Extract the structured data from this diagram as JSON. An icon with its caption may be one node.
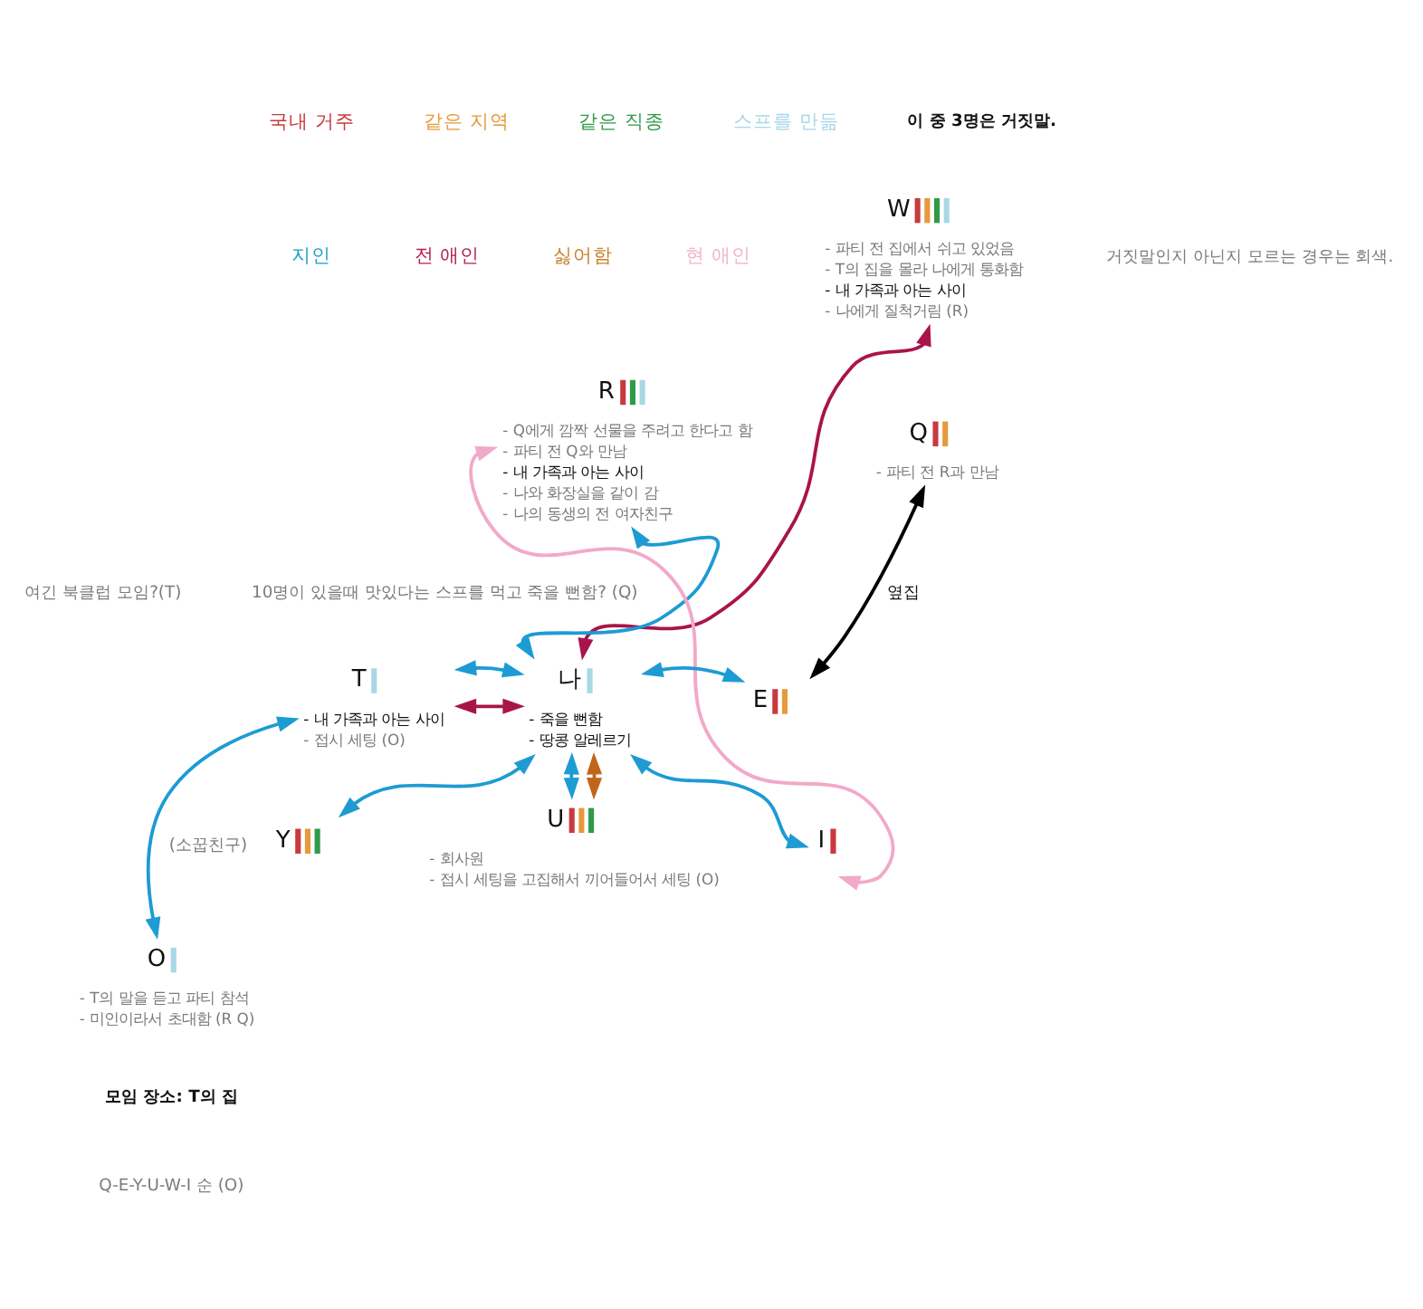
{
  "diagram": {
    "nodes": [
      {
        "text": [
          "W",
          "- 파티 전 집에서 쉬고 있었음",
          "- T의 집을 몰라 나에게 통화함",
          "- 내 가족과 아는 사이",
          "- 나에게 질척거림 (R)"
        ]
      },
      {
        "text": [
          "R",
          "- Q에게 깜짝 선물을 주려고 한다고 함",
          "- 파티 전 Q와 만남",
          "- 내 가족과 아는 사이",
          "- 나와 화장실을 같이 감",
          "- 나의 동생의 전 여자친구"
        ]
      },
      {
        "text": [
          "Q",
          "- 파티 전 R과 만남"
        ]
      },
      {
        "text": [
          "T",
          "- 내 가족과 아는 사이",
          "- 접시 세팅 (O)"
        ]
      },
      {
        "text": [
          "나",
          "- 죽을 뻔함",
          "- 땅콩 알레르기"
        ]
      },
      {
        "text": [
          "E"
        ]
      },
      {
        "text": [
          "Y"
        ]
      },
      {
        "text": [
          "U",
          "- 회사원",
          "- 접시 세팅을 고집해서 끼어들어서 세팅 (O)"
        ]
      },
      {
        "text": [
          "I"
        ]
      },
      {
        "text": [
          "O",
          "- T의 말을 듣고 파티 참석",
          "- 미인이라서 초대함 (R Q)"
        ]
      }
    ],
    "edges": [
      {
        "from": 0,
        "to": 4,
        "arrow": "both",
        "color": "#a8154a"
      },
      {
        "from": 2,
        "to": 5,
        "arrow": "both",
        "label": "옆집",
        "color": "#000000"
      },
      {
        "from": 1,
        "to": 4,
        "arrow": "both"
      },
      {
        "from": 3,
        "to": 4,
        "arrow": "both",
        "color": "#a8154a"
      },
      {
        "from": 3,
        "to": 4,
        "arrow": "both"
      },
      {
        "from": 4,
        "to": 5,
        "arrow": "both"
      },
      {
        "from": 4,
        "to": 8,
        "arrow": "both"
      },
      {
        "from": 4,
        "to": 7,
        "arrow": "both"
      },
      {
        "from": 4,
        "to": 7,
        "arrow": "both",
        "color": "#c0651c"
      },
      {
        "from": 4,
        "to": 6,
        "arrow": "both"
      },
      {
        "from": 3,
        "to": 9,
        "arrow": "both",
        "label": "(소꿉친구)"
      },
      {
        "from": 1,
        "to": 8,
        "arrow": "both",
        "color": "#f2a9c9"
      }
    ],
    "labels": [
      "이 중 3명은 거짓말.",
      "거짓말인지 아닌지 모르는 경우는 회색.",
      "여긴 북클럽 모임?(T)",
      "10명이 있을때 맛있다는 스프를 먹고 죽을 뻔함? (Q)",
      "모임 장소: T의 집",
      "Q-E-Y-U-W-I 순 (O)"
    ],
    "legend": [
      {
        "text": "국내 거주",
        "color": "#c83a3f"
      },
      {
        "text": "같은 지역",
        "color": "#e69a3c"
      },
      {
        "text": "같은 직종",
        "color": "#2f9a4a"
      },
      {
        "text": "스프를 만듦",
        "color": "#a9d7e6"
      },
      {
        "text": "지인",
        "color": "#1f9ec8"
      },
      {
        "text": "전 애인",
        "color": "#b01e4e"
      },
      {
        "text": "싫어함",
        "color": "#c8832e"
      },
      {
        "text": "현 애인",
        "color": "#f0b4cc"
      }
    ]
  }
}
